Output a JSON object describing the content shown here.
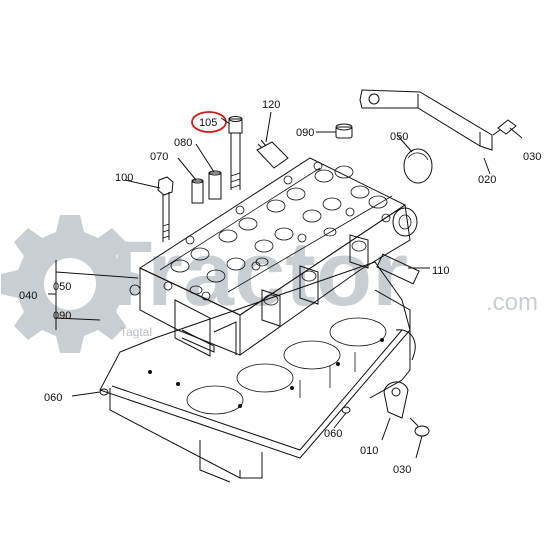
{
  "watermark": {
    "brand": "Tractor",
    "suffix": ".com",
    "tagline": "Tagtal"
  },
  "highlight": {
    "color": "#d11a1a",
    "part": "105"
  },
  "callouts": {
    "p010": "010",
    "p020": "020",
    "p030a": "030",
    "p030b": "030",
    "p040": "040",
    "p050a": "050",
    "p050b": "050",
    "p060a": "060",
    "p060b": "060",
    "p070": "070",
    "p080": "080",
    "p090a": "090",
    "p090b": "090",
    "p100": "100",
    "p105": "105",
    "p110": "110",
    "p120": "120"
  }
}
